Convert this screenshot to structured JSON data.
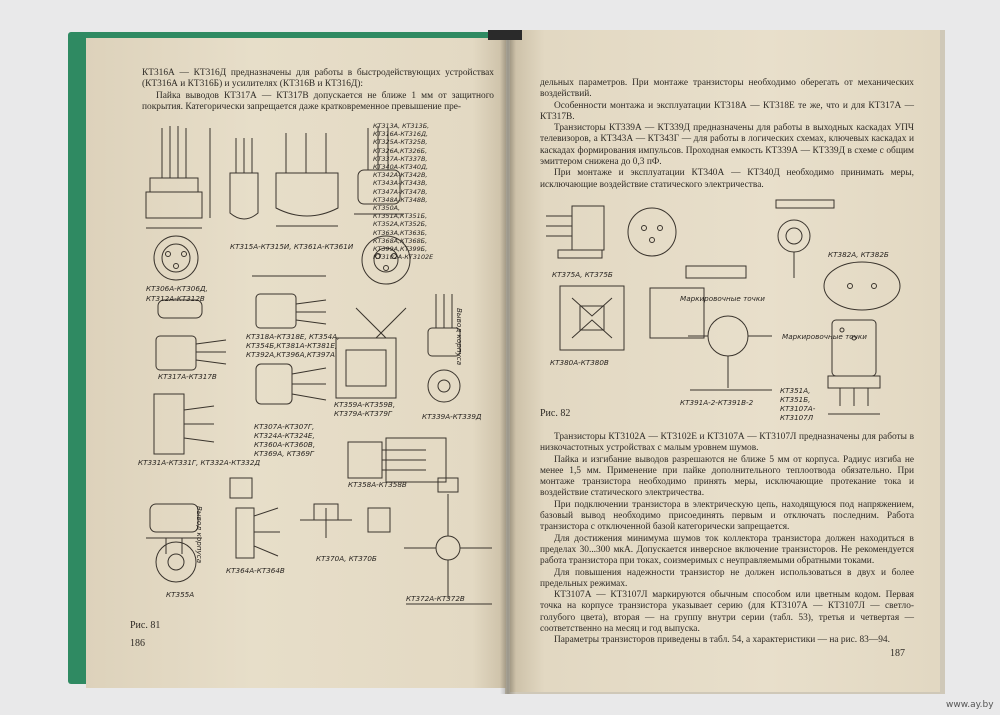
{
  "left_page": {
    "top_text": [
      "КТ316А — КТ316Д предназначены для работы в быстродействующих устройствах (КТ316А и КТ316Б) и усилителях (КТ316В и КТ316Д):",
      "Пайка выводов КТ317А — КТ317В допускается не ближе 1 мм от защитного покрытия. Категорически запрещается даже кратковременное превышение пре-"
    ],
    "type_list": [
      "КТ313А, КТ313Б,",
      "КТ316А-КТ316Д,",
      "КТ325А-КТ325В,",
      "КТ326А,КТ326Б,",
      "КТ337А-КТ337В,",
      "КТ340А-КТ340Д,",
      "КТ342А-КТ342В,",
      "КТ343А-КТ343В,",
      "КТ347А-КТ347В,",
      "КТ348А-КТ348В,",
      "КТ350А,",
      "КТ351А,КТ351Б,",
      "КТ352А,КТ352Б,",
      "КТ363А,КТ363Б,",
      "КТ368А,КТ368Б,",
      "КТ399А,КТ399Б,",
      "КТ3102А-КТ3102Е"
    ],
    "labels": {
      "kt315": "КТ315А-КТ315И, КТ361А-КТ361И",
      "kt306": "КТ306А-КТ306Д,",
      "kt312": "КТ312А-КТ312В",
      "kt318": "КТ318А-КТ318Е, КТ354А,",
      "kt354": "КТ354Б,КТ381А-КТ381Е,",
      "kt392": "КТ392А,КТ396А,КТ397А",
      "kt317": "КТ317А-КТ317В",
      "kt359": "КТ359А-КТ359В,",
      "kt379": "КТ379А-КТ379Г",
      "kt339": "КТ339А-КТ339Д",
      "vyvod": "Вывод корпуса",
      "kt307": "КТ307А-КТ307Г,",
      "kt324": "КТ324А-КТ324Е,",
      "kt360": "КТ360А-КТ360В,",
      "kt369": "КТ369А, КТ369Г",
      "kt331": "КТ331А-КТ331Г, КТ332А-КТ332Д",
      "kt358": "КТ358А-КТ358В",
      "kt364": "КТ364А-КТ364В",
      "kt370": "КТ370А, КТ370Б",
      "kt355": "КТ355А",
      "kt372": "КТ372А-КТ372В",
      "vyvod2": "Вывод корпуса"
    },
    "caption": "Рис. 81",
    "page_number": "186"
  },
  "right_page": {
    "top_text": [
      "дельных параметров. При монтаже транзисторы необходимо оберегать от механических воздействий.",
      "Особенности монтажа и эксплуатации КТ318А — КТ318Е те же, что и для КТ317А — КТ317В.",
      "Транзисторы КТ339А — КТ339Д предназначены для работы в выходных каскадах УПЧ телевизоров, а КТ343А — КТ343Г — для работы в логических схемах, ключевых каскадах и каскадах формирования импульсов. Проходная емкость КТ339А — КТ339Д в схеме с общим эмиттером снижена до 0,3 пФ.",
      "При монтаже и эксплуатации КТ340А — КТ340Д необходимо принимать меры, исключающие воздействие статического электричества."
    ],
    "labels": {
      "kt375": "КТ375А, КТ375Б",
      "kt382": "КТ382А, КТ382Б",
      "kt380": "КТ380А-КТ380В",
      "kt391": "КТ391А-2-КТ391В-2",
      "mark1": "Маркировочные точки",
      "mark2": "Маркировочные точки",
      "kt351": "КТ351А,",
      "kt351b": "КТ351Б,",
      "kt3107": "КТ3107А-",
      "kt3107l": "КТ3107Л"
    },
    "caption": "Рис. 82",
    "body_text": [
      "Транзисторы КТ3102А — КТ3102Е и КТ3107А — КТ3107Л предназначены для работы в низкочастотных устройствах с малым уровнем шумов.",
      "Пайка и изгибание выводов разрешаются не ближе 5 мм от корпуса. Радиус изгиба не менее 1,5 мм. Применение при пайке дополнительного теплоотвода обязательно. При монтаже транзистора необходимо принять меры, исключающие протекание тока и воздействие статического электричества.",
      "При подключении транзистора в электрическую цепь, находящуюся под напряжением, базовый вывод необходимо присоединять первым и отключать последним. Работа транзистора с отключенной базой категорически запрещается.",
      "Для достижения минимума шумов ток коллектора транзистора должен находиться в пределах 30...300 мкА. Допускается инверсное включение транзисторов. Не рекомендуется работа транзистора при токах, соизмеримых с неуправляемыми обратными токами.",
      "Для повышения надежности транзистор не должен использоваться в двух и более предельных режимах.",
      "КТ3107А — КТ3107Л маркируются обычным способом или цветным кодом. Первая точка на корпусе транзистора указывает серию (для КТ3107А — КТ3107Л — светло-голубого цвета), вторая — на группу внутри серии (табл. 53), третья и четвертая — соответственно на месяц и год выпуска.",
      "Параметры транзисторов приведены в табл. 54, а характеристики — на рис. 83—94."
    ],
    "page_number": "187"
  },
  "watermark": "www.ay.by"
}
